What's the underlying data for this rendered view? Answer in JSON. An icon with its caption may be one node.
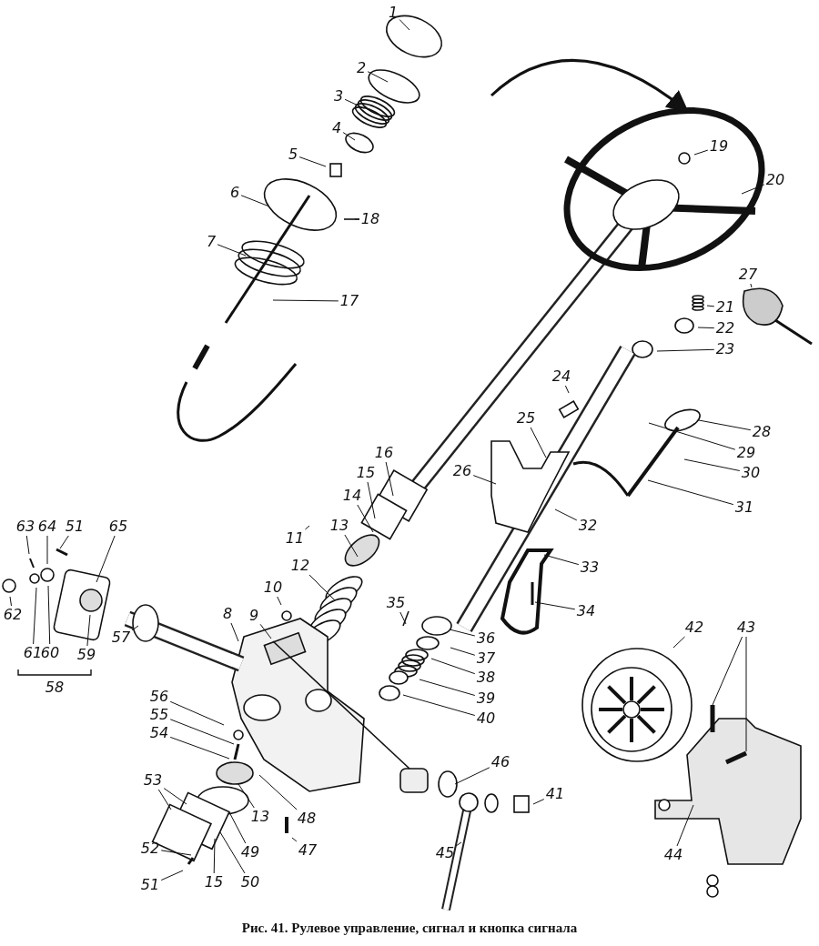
{
  "diagram": {
    "caption": "Рис. 41. Рулевое управление, сигнал и кнопка сигнала",
    "nodes": [
      {
        "text": [
          "1"
        ]
      },
      {
        "text": [
          "2"
        ]
      },
      {
        "text": [
          "3"
        ]
      },
      {
        "text": [
          "4"
        ]
      },
      {
        "text": [
          "5"
        ]
      },
      {
        "text": [
          "6"
        ]
      },
      {
        "text": [
          "7"
        ]
      },
      {
        "text": [
          "17"
        ]
      },
      {
        "text": [
          "18"
        ]
      },
      {
        "text": [
          "19"
        ]
      },
      {
        "text": [
          "20"
        ]
      },
      {
        "text": [
          "21"
        ]
      },
      {
        "text": [
          "22"
        ]
      },
      {
        "text": [
          "23"
        ]
      },
      {
        "text": [
          "27"
        ]
      },
      {
        "text": [
          "24"
        ]
      },
      {
        "text": [
          "25"
        ]
      },
      {
        "text": [
          "28"
        ]
      },
      {
        "text": [
          "29"
        ]
      },
      {
        "text": [
          "30"
        ]
      },
      {
        "text": [
          "31"
        ]
      },
      {
        "text": [
          "26"
        ]
      },
      {
        "text": [
          "16"
        ]
      },
      {
        "text": [
          "15"
        ]
      },
      {
        "text": [
          "14"
        ]
      },
      {
        "text": [
          "13"
        ]
      },
      {
        "text": [
          "11"
        ]
      },
      {
        "text": [
          "12"
        ]
      },
      {
        "text": [
          "32"
        ]
      },
      {
        "text": [
          "63"
        ]
      },
      {
        "text": [
          "64"
        ]
      },
      {
        "text": [
          "51"
        ]
      },
      {
        "text": [
          "65"
        ]
      },
      {
        "text": [
          "33"
        ]
      },
      {
        "text": [
          "10"
        ]
      },
      {
        "text": [
          "8"
        ]
      },
      {
        "text": [
          "9"
        ]
      },
      {
        "text": [
          "62"
        ]
      },
      {
        "text": [
          "34"
        ]
      },
      {
        "text": [
          "35"
        ]
      },
      {
        "text": [
          "57"
        ]
      },
      {
        "text": [
          "36"
        ]
      },
      {
        "text": [
          "42"
        ]
      },
      {
        "text": [
          "43"
        ]
      },
      {
        "text": [
          "37"
        ]
      },
      {
        "text": [
          "59"
        ]
      },
      {
        "text": [
          "60"
        ]
      },
      {
        "text": [
          "61"
        ]
      },
      {
        "text": [
          "38"
        ]
      },
      {
        "text": [
          "39"
        ]
      },
      {
        "text": [
          "40"
        ]
      },
      {
        "text": [
          "56"
        ]
      },
      {
        "text": [
          "55"
        ]
      },
      {
        "text": [
          "54"
        ]
      },
      {
        "text": [
          "46"
        ]
      },
      {
        "text": [
          "41"
        ]
      },
      {
        "text": [
          "48"
        ]
      },
      {
        "text": [
          "13"
        ]
      },
      {
        "text": [
          "53"
        ]
      },
      {
        "text": [
          "49"
        ]
      },
      {
        "text": [
          "47"
        ]
      },
      {
        "text": [
          "52"
        ]
      },
      {
        "text": [
          "45"
        ]
      },
      {
        "text": [
          "44"
        ]
      },
      {
        "text": [
          "50"
        ]
      },
      {
        "text": [
          "51"
        ]
      },
      {
        "text": [
          "15"
        ]
      }
    ],
    "edges": [
      {
        "from": 0,
        "to": null,
        "arrow": "none"
      },
      {
        "from": 1,
        "to": null,
        "arrow": "none"
      },
      {
        "from": 2,
        "to": null,
        "arrow": "none"
      },
      {
        "from": 3,
        "to": null,
        "arrow": "none"
      },
      {
        "from": 4,
        "to": null,
        "arrow": "none"
      },
      {
        "from": 5,
        "to": null,
        "arrow": "none"
      },
      {
        "from": 6,
        "to": null,
        "arrow": "none"
      },
      {
        "from": 7,
        "to": null,
        "arrow": "none"
      },
      {
        "from": 8,
        "to": null,
        "arrow": "none"
      },
      {
        "from": 9,
        "to": null,
        "arrow": "none"
      },
      {
        "from": 10,
        "to": null,
        "arrow": "none"
      },
      {
        "from": 11,
        "to": null,
        "arrow": "none"
      },
      {
        "from": 12,
        "to": null,
        "arrow": "none"
      },
      {
        "from": 13,
        "to": null,
        "arrow": "none"
      },
      {
        "from": 14,
        "to": null,
        "arrow": "none"
      },
      {
        "from": 15,
        "to": null,
        "arrow": "none"
      },
      {
        "from": 16,
        "to": null,
        "arrow": "none"
      },
      {
        "from": 17,
        "to": null,
        "arrow": "none"
      },
      {
        "from": 18,
        "to": null,
        "arrow": "none"
      },
      {
        "from": 19,
        "to": null,
        "arrow": "none"
      },
      {
        "from": 20,
        "to": null,
        "arrow": "none"
      },
      {
        "from": 21,
        "to": null,
        "arrow": "none"
      },
      {
        "from": 22,
        "to": null,
        "arrow": "none"
      },
      {
        "from": 23,
        "to": null,
        "arrow": "none"
      },
      {
        "from": 24,
        "to": null,
        "arrow": "none"
      },
      {
        "from": 25,
        "to": null,
        "arrow": "none"
      },
      {
        "from": 26,
        "to": null,
        "arrow": "none"
      },
      {
        "from": 27,
        "to": null,
        "arrow": "none"
      },
      {
        "from": 28,
        "to": null,
        "arrow": "none"
      },
      {
        "from": 29,
        "to": null,
        "arrow": "none"
      },
      {
        "from": 30,
        "to": null,
        "arrow": "none"
      },
      {
        "from": 31,
        "to": null,
        "arrow": "none"
      },
      {
        "from": 32,
        "to": null,
        "arrow": "none"
      },
      {
        "from": 33,
        "to": null,
        "arrow": "none"
      },
      {
        "from": 34,
        "to": null,
        "arrow": "none"
      },
      {
        "from": 35,
        "to": null,
        "arrow": "none"
      },
      {
        "from": 36,
        "to": null,
        "arrow": "none"
      },
      {
        "from": 37,
        "to": null,
        "arrow": "none"
      },
      {
        "from": 38,
        "to": null,
        "arrow": "none"
      },
      {
        "from": 39,
        "to": null,
        "arrow": "none"
      },
      {
        "from": 40,
        "to": null,
        "arrow": "none"
      },
      {
        "from": 41,
        "to": null,
        "arrow": "none"
      },
      {
        "from": 42,
        "to": null,
        "arrow": "none"
      },
      {
        "from": 43,
        "to": null,
        "arrow": "none"
      },
      {
        "from": 44,
        "to": null,
        "arrow": "none"
      },
      {
        "from": 45,
        "to": null,
        "arrow": "none"
      },
      {
        "from": 46,
        "to": null,
        "arrow": "none"
      },
      {
        "from": 47,
        "to": null,
        "arrow": "none"
      },
      {
        "from": 48,
        "to": null,
        "arrow": "none"
      },
      {
        "from": 49,
        "to": null,
        "arrow": "none"
      },
      {
        "from": 50,
        "to": null,
        "arrow": "none"
      },
      {
        "from": 51,
        "to": null,
        "arrow": "none"
      },
      {
        "from": 52,
        "to": null,
        "arrow": "none"
      },
      {
        "from": 53,
        "to": null,
        "arrow": "none"
      },
      {
        "from": 54,
        "to": null,
        "arrow": "none"
      },
      {
        "from": 55,
        "to": null,
        "arrow": "none"
      },
      {
        "from": 56,
        "to": null,
        "arrow": "none"
      },
      {
        "from": 57,
        "to": null,
        "arrow": "none"
      },
      {
        "from": 58,
        "to": null,
        "arrow": "none"
      },
      {
        "from": 59,
        "to": null,
        "arrow": "none"
      },
      {
        "from": 60,
        "to": null,
        "arrow": "none"
      },
      {
        "from": 61,
        "to": null,
        "arrow": "none"
      },
      {
        "from": 62,
        "to": null,
        "arrow": "none"
      },
      {
        "from": 63,
        "to": null,
        "arrow": "none"
      },
      {
        "from": 64,
        "to": null,
        "arrow": "none"
      },
      {
        "from": 65,
        "to": null,
        "arrow": "none"
      },
      {
        "from": 66,
        "to": null,
        "arrow": "none"
      },
      {
        "from": 43,
        "to": null,
        "arrow": "none"
      },
      {
        "from": 58,
        "to": null,
        "arrow": "none"
      }
    ],
    "labels": [
      "58"
    ]
  }
}
